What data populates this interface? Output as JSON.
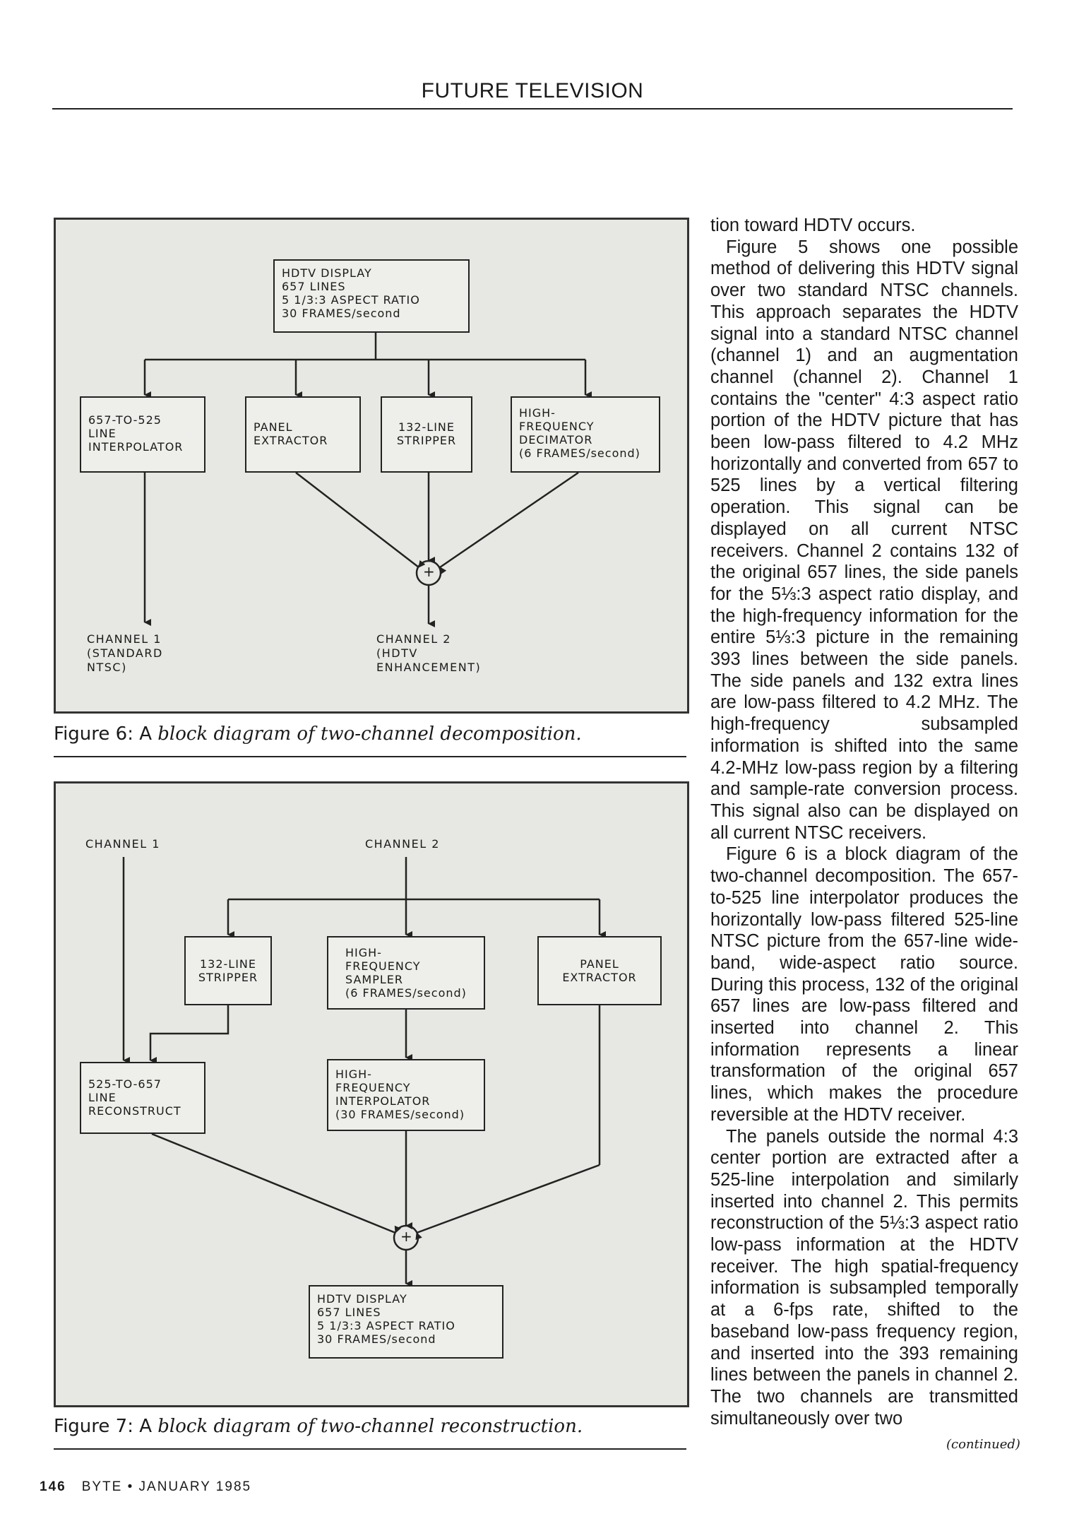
{
  "header": {
    "title": "FUTURE TELEVISION"
  },
  "figure6": {
    "boxes": {
      "display": "HDTV DISPLAY\n657 LINES\n5 1/3:3 ASPECT RATIO\n30 FRAMES/second",
      "interpolator": "657-TO-525\nLINE\nINTERPOLATOR",
      "panel": "PANEL\nEXTRACTOR",
      "stripper": "132-LINE\nSTRIPPER",
      "decimator": "HIGH-\nFREQUENCY\nDECIMATOR\n(6 FRAMES/second)"
    },
    "labels": {
      "channel1": "CHANNEL 1\n(STANDARD\nNTSC)",
      "channel2": "CHANNEL 2\n(HDTV\nENHANCEMENT)",
      "sum": "+"
    },
    "caption_prefix": "Figure 6: A ",
    "caption_italic": "block diagram of two-channel decomposition."
  },
  "figure7": {
    "labels": {
      "channel1": "CHANNEL 1",
      "channel2": "CHANNEL 2",
      "sum": "+"
    },
    "boxes": {
      "stripper": "132-LINE\nSTRIPPER",
      "sampler": "HIGH-\nFREQUENCY\nSAMPLER\n(6 FRAMES/second)",
      "panel": "PANEL\nEXTRACTOR",
      "reconstruct": "525-TO-657\nLINE\nRECONSTRUCT",
      "interpolator": "HIGH-\nFREQUENCY\nINTERPOLATOR\n(30 FRAMES/second)",
      "display": "HDTV DISPLAY\n657 LINES\n5 1/3:3 ASPECT RATIO\n30 FRAMES/second"
    },
    "caption_prefix": "Figure 7: A ",
    "caption_italic": "block diagram of two-channel reconstruction."
  },
  "article": {
    "paragraphs": [
      "tion toward HDTV occurs.",
      "Figure 5 shows one possible method of delivering this HDTV signal over two standard NTSC channels. This approach separates the HDTV signal into a standard NTSC channel (channel 1) and an augmentation channel (channel 2). Channel 1 contains the \"center\" 4:3 aspect ratio portion of the HDTV picture that has been low-pass filtered to 4.2 MHz horizontally and converted from 657 to 525 lines by a vertical filtering operation. This signal can be displayed on all current NTSC receivers. Channel 2 contains 132 of the original 657 lines, the side panels for the 5⅓:3 aspect ratio display, and the high-frequency information for the entire 5⅓:3 picture in the remaining 393 lines between the side panels. The side panels and 132 extra lines are low-pass filtered to 4.2 MHz. The high-frequency subsampled information is shifted into the same 4.2-MHz low-pass region by a filtering and sample-rate conversion process. This signal also can be displayed on all current NTSC receivers.",
      "Figure 6 is a block diagram of the two-channel decomposition. The 657-to-525 line interpolator produces the horizontally low-pass filtered 525-line NTSC picture from the 657-line wide-band, wide-aspect ratio source. During this process, 132 of the original 657 lines are low-pass filtered and inserted into channel 2. This information represents a linear transformation of the original 657 lines, which makes the procedure reversible at the HDTV receiver.",
      "The panels outside the normal 4:3 center portion are extracted after a 525-line interpolation and similarly inserted into channel 2. This permits reconstruction of the 5⅓:3 aspect ratio low-pass information at the HDTV receiver. The high spatial-frequency information is subsampled temporally at a 6-fps rate, shifted to the baseband low-pass frequency region, and inserted into the 393 remaining lines between the panels in channel 2. The two channels are transmitted simultaneously over two"
    ],
    "continued": "(continued)"
  },
  "footer": {
    "page": "146",
    "magazine": "BYTE • JANUARY 1985"
  }
}
